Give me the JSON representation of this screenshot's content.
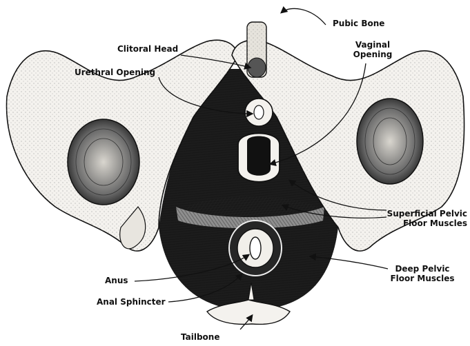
{
  "labels": {
    "pubic_bone": "Pubic Bone",
    "clitoral_head": "Clitoral Head",
    "urethral_opening": "Urethral Opening",
    "vaginal_opening_1": "Vaginal",
    "vaginal_opening_2": "Opening",
    "superficial_1": "Superficial Pelvic",
    "superficial_2": "Floor Muscles",
    "deep_1": "Deep Pelvic",
    "deep_2": "Floor Muscles",
    "anus": "Anus",
    "anal_sphincter": "Anal Sphincter",
    "tailbone": "Tailbone"
  },
  "colors": {
    "ink": "#111111",
    "bone": "#f4f2ee",
    "muscle": "#2a2a2a",
    "background": "#ffffff"
  }
}
